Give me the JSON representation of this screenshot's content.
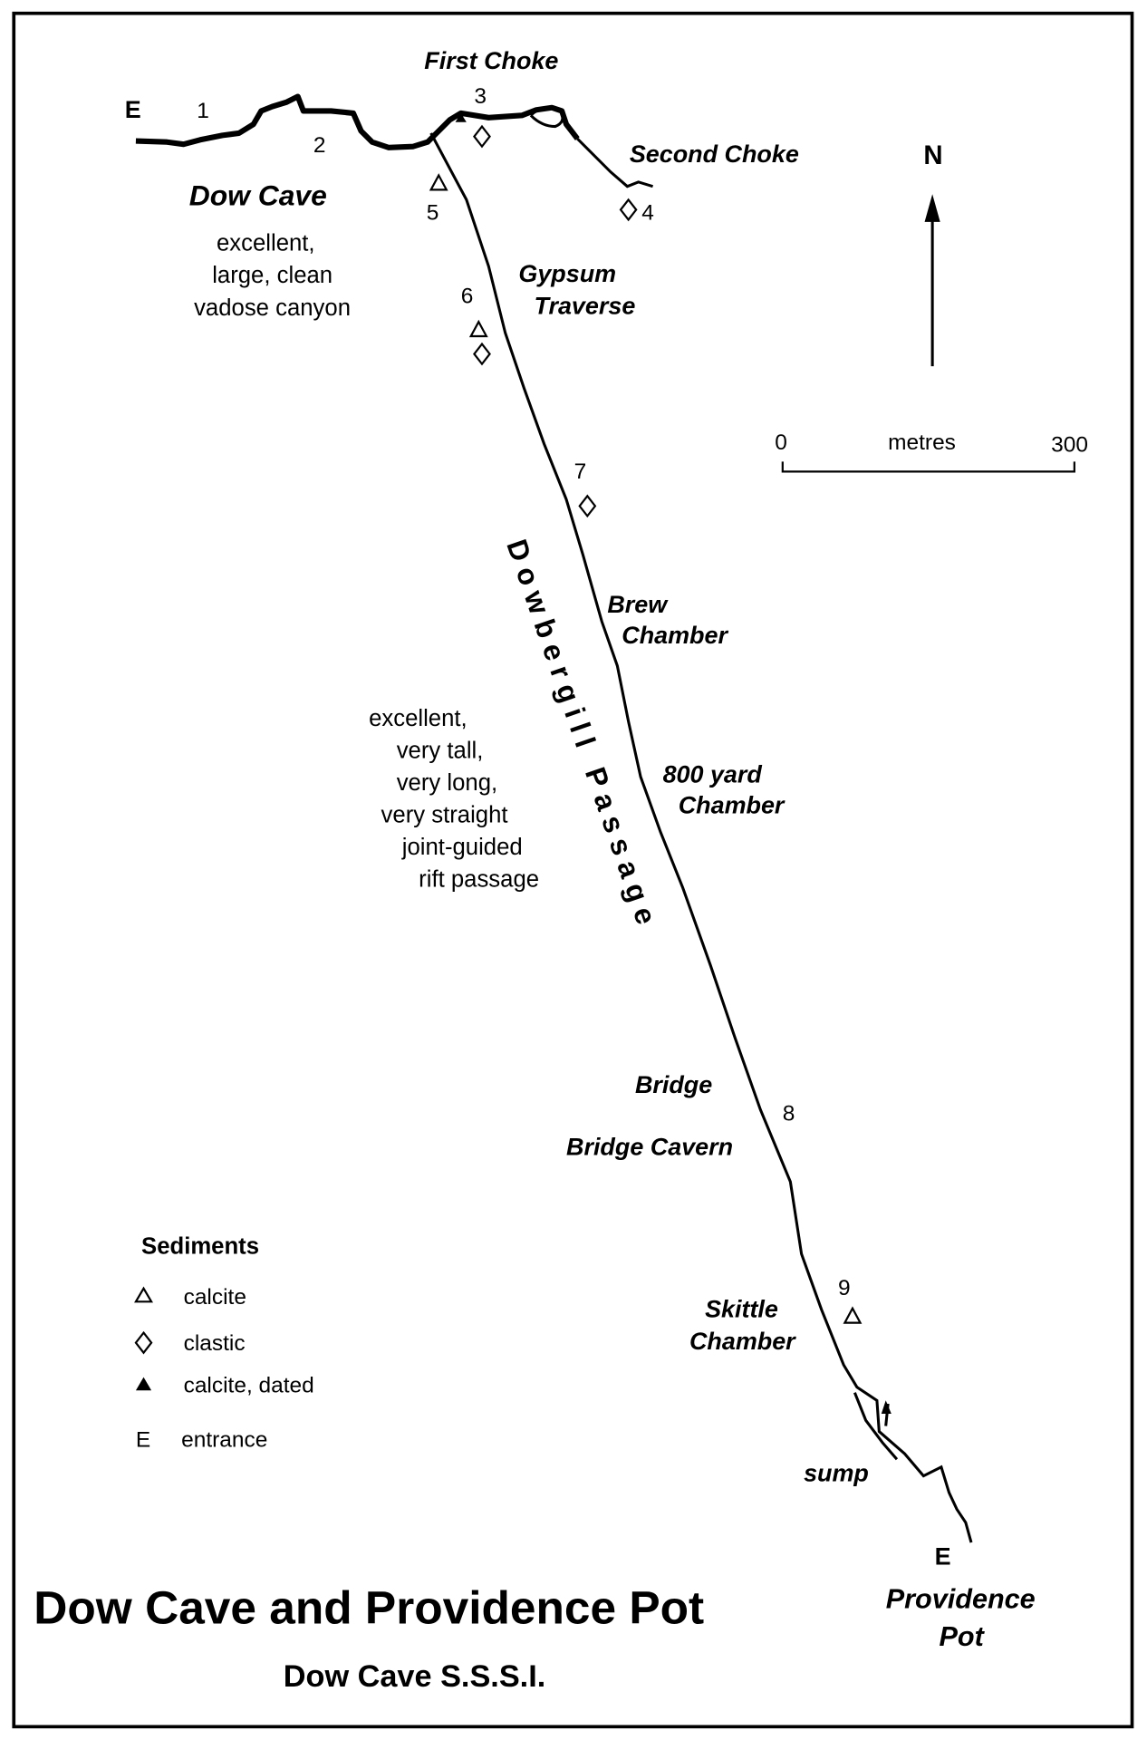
{
  "title": "Dow Cave and Providence Pot",
  "subtitle": "Dow Cave S.S.S.I.",
  "north_label": "N",
  "scale": {
    "start": "0",
    "unit": "metres",
    "end": "300"
  },
  "places": {
    "first_choke": "First Choke",
    "second_choke": "Second Choke",
    "dow_cave": "Dow Cave",
    "gypsum_1": "Gypsum",
    "gypsum_2": "Traverse",
    "dowbergill": "Dowbergill Passage",
    "brew_1": "Brew",
    "brew_2": "Chamber",
    "yard_1": "800 yard",
    "yard_2": "Chamber",
    "bridge": "Bridge",
    "bridge_cavern": "Bridge Cavern",
    "skittle_1": "Skittle",
    "skittle_2": "Chamber",
    "sump": "sump",
    "providence_1": "Providence",
    "providence_2": "Pot"
  },
  "entrance_marks": [
    "E",
    "E"
  ],
  "sites": [
    "1",
    "2",
    "3",
    "4",
    "5",
    "6",
    "7",
    "8",
    "9"
  ],
  "dow_desc": [
    "excellent,",
    "large, clean",
    "vadose canyon"
  ],
  "passage_desc": [
    "excellent,",
    "very tall,",
    "very long,",
    "very straight",
    "joint-guided",
    "rift passage"
  ],
  "legend": {
    "title": "Sediments",
    "items": [
      {
        "symbol": "triangle-open",
        "label": "calcite"
      },
      {
        "symbol": "diamond-open",
        "label": "clastic"
      },
      {
        "symbol": "triangle-filled",
        "label": "calcite, dated"
      },
      {
        "symbol": "E",
        "label": "entrance"
      }
    ]
  }
}
